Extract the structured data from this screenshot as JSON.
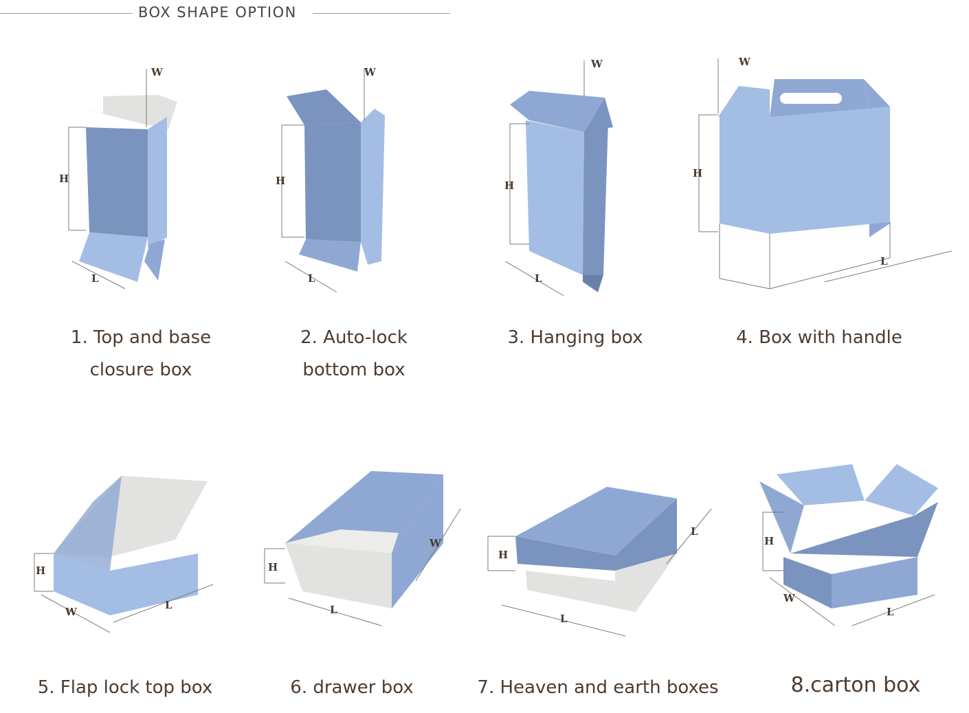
{
  "header": {
    "title": "BOX SHAPE OPTION"
  },
  "colors": {
    "front": "#7b93bf",
    "side": "#a3bde4",
    "top": "#8fa8d3",
    "inner": "#e2e2e0",
    "text": "#4d3b2f"
  },
  "dims": {
    "h": "H",
    "w": "W",
    "l": "L"
  },
  "boxes": [
    {
      "caption_line1": "1. Top and base",
      "caption_line2": "closure box"
    },
    {
      "caption_line1": "2. Auto-lock",
      "caption_line2": "bottom box"
    },
    {
      "caption_line1": "3. Hanging box",
      "caption_line2": ""
    },
    {
      "caption_line1": "4. Box with handle",
      "caption_line2": ""
    },
    {
      "caption_line1": "5. Flap lock top box",
      "caption_line2": ""
    },
    {
      "caption_line1": "6. drawer box",
      "caption_line2": ""
    },
    {
      "caption_line1": "7. Heaven and earth boxes",
      "caption_line2": ""
    },
    {
      "caption_line1": "8.carton box",
      "caption_line2": ""
    }
  ]
}
